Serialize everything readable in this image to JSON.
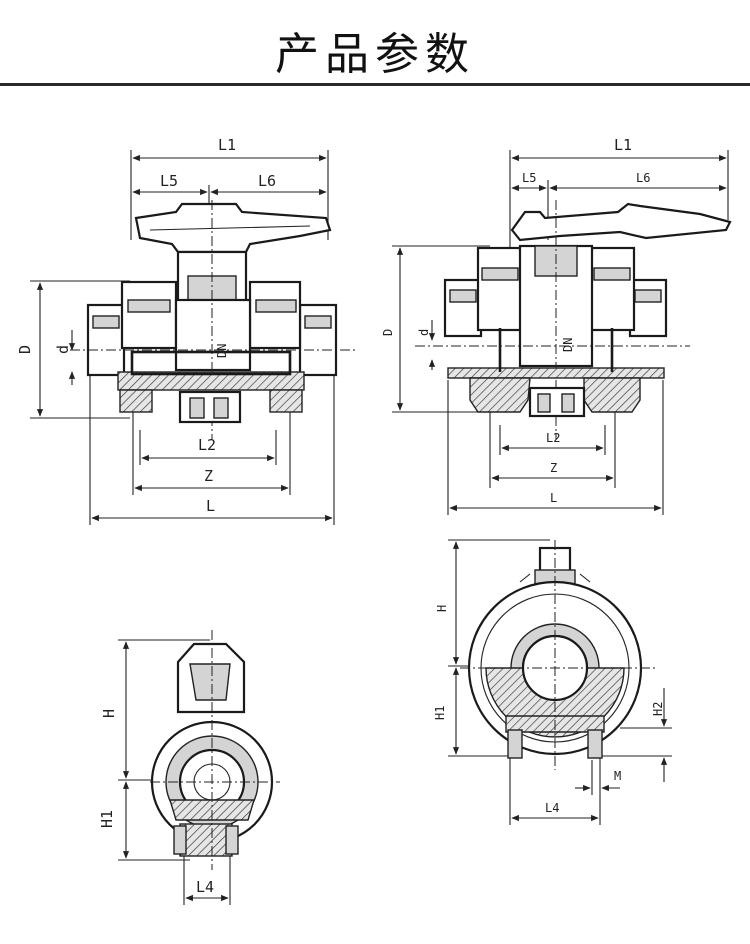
{
  "header": {
    "title": "产品参数"
  },
  "drawings": {
    "front_view_left": {
      "labels": {
        "l1": "L1",
        "l5": "L5",
        "l6": "L6",
        "l2": "L2",
        "z": "Z",
        "l": "L",
        "d_outer": "D",
        "d_inner": "d",
        "dn": "DN"
      }
    },
    "front_view_right": {
      "labels": {
        "l1": "L1",
        "l5": "L5",
        "l6": "L6",
        "l2": "L2",
        "z": "Z",
        "l": "L",
        "d_outer": "D",
        "d_inner": "d",
        "dn": "DN"
      }
    },
    "side_view_left": {
      "labels": {
        "h": "H",
        "h1": "H1",
        "l4": "L4"
      }
    },
    "side_view_right": {
      "labels": {
        "h": "H",
        "h1": "H1",
        "h2": "H2",
        "m": "M",
        "l4": "L4"
      }
    }
  }
}
